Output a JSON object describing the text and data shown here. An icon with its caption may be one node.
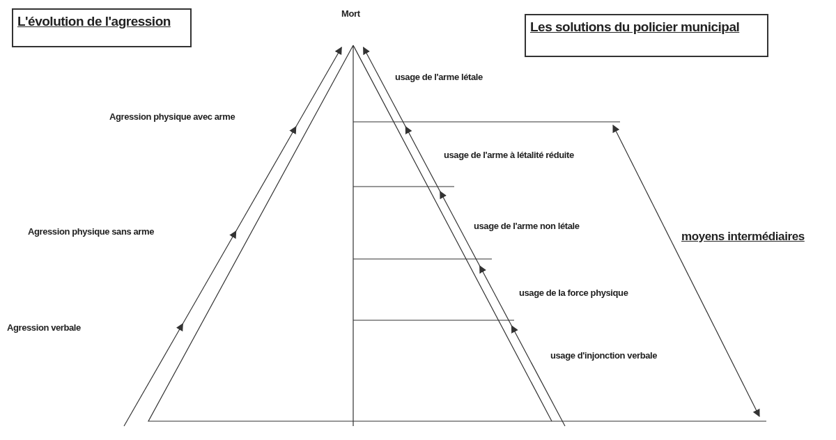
{
  "diagram": {
    "nodes": [
      {
        "text": [
          "L'évolution de l'agression"
        ]
      },
      {
        "text": [
          "Les solutions du policier municipal"
        ]
      }
    ],
    "labels": [
      "Mort",
      "usage de l'arme létale",
      "Agression physique avec arme",
      "usage de l'arme à létalité réduite",
      "usage de l'arme non létale",
      "Agression physique sans arme",
      "moyens intermédiaires",
      "usage de la force physique",
      "Agression verbale",
      "usage d'injonction verbale"
    ]
  }
}
